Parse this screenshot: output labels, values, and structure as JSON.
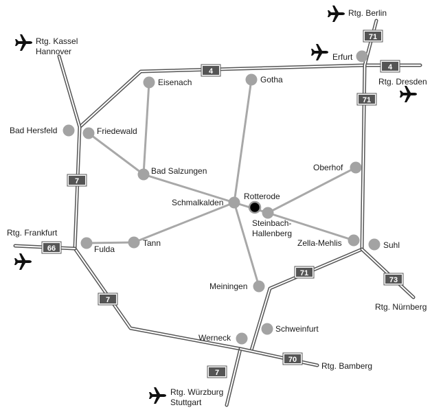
{
  "towns": {
    "eisenach": "Eisenach",
    "gotha": "Gotha",
    "erfurt": "Erfurt",
    "bad_hersfeld": "Bad Hersfeld",
    "friedewald": "Friedewald",
    "bad_salzungen": "Bad Salzungen",
    "oberhof": "Oberhof",
    "rotterode": "Rotterode",
    "schmalkalden": "Schmalkalden",
    "steinbach_1": "Steinbach-",
    "steinbach_2": "Hallenberg",
    "zella_mehlis": "Zella-Mehlis",
    "suhl": "Suhl",
    "fulda": "Fulda",
    "tann": "Tann",
    "meiningen": "Meiningen",
    "schweinfurt": "Schweinfurt",
    "werneck": "Werneck"
  },
  "destinations": {
    "berlin": "Rtg. Berlin",
    "kassel_1": "Rtg. Kassel",
    "kassel_2": "Hannover",
    "dresden": "Rtg. Dresden",
    "frankfurt": "Rtg. Frankfurt",
    "nuernberg": "Rtg. Nürnberg",
    "bamberg": "Rtg. Bamberg",
    "wuerzburg_1": "Rtg. Würzburg",
    "wuerzburg_2": "Stuttgart"
  },
  "shields": {
    "a4_west": "4",
    "a4_east": "4",
    "a71_top": "71",
    "a71_mid": "71",
    "a71_south": "71",
    "a7_north": "7",
    "a7_south": "7",
    "a7_bottom": "7",
    "a66": "66",
    "a73": "73",
    "a70": "70"
  },
  "icons": {
    "airport": "airplane-icon",
    "town": "circle-marker",
    "highlight_town": "black-circle-marker"
  },
  "colors": {
    "highway": "#555555",
    "local_road": "#a8a8a8",
    "town_marker": "#a3a3a3",
    "highlight_marker": "#000000",
    "shield_fill": "#555555"
  }
}
